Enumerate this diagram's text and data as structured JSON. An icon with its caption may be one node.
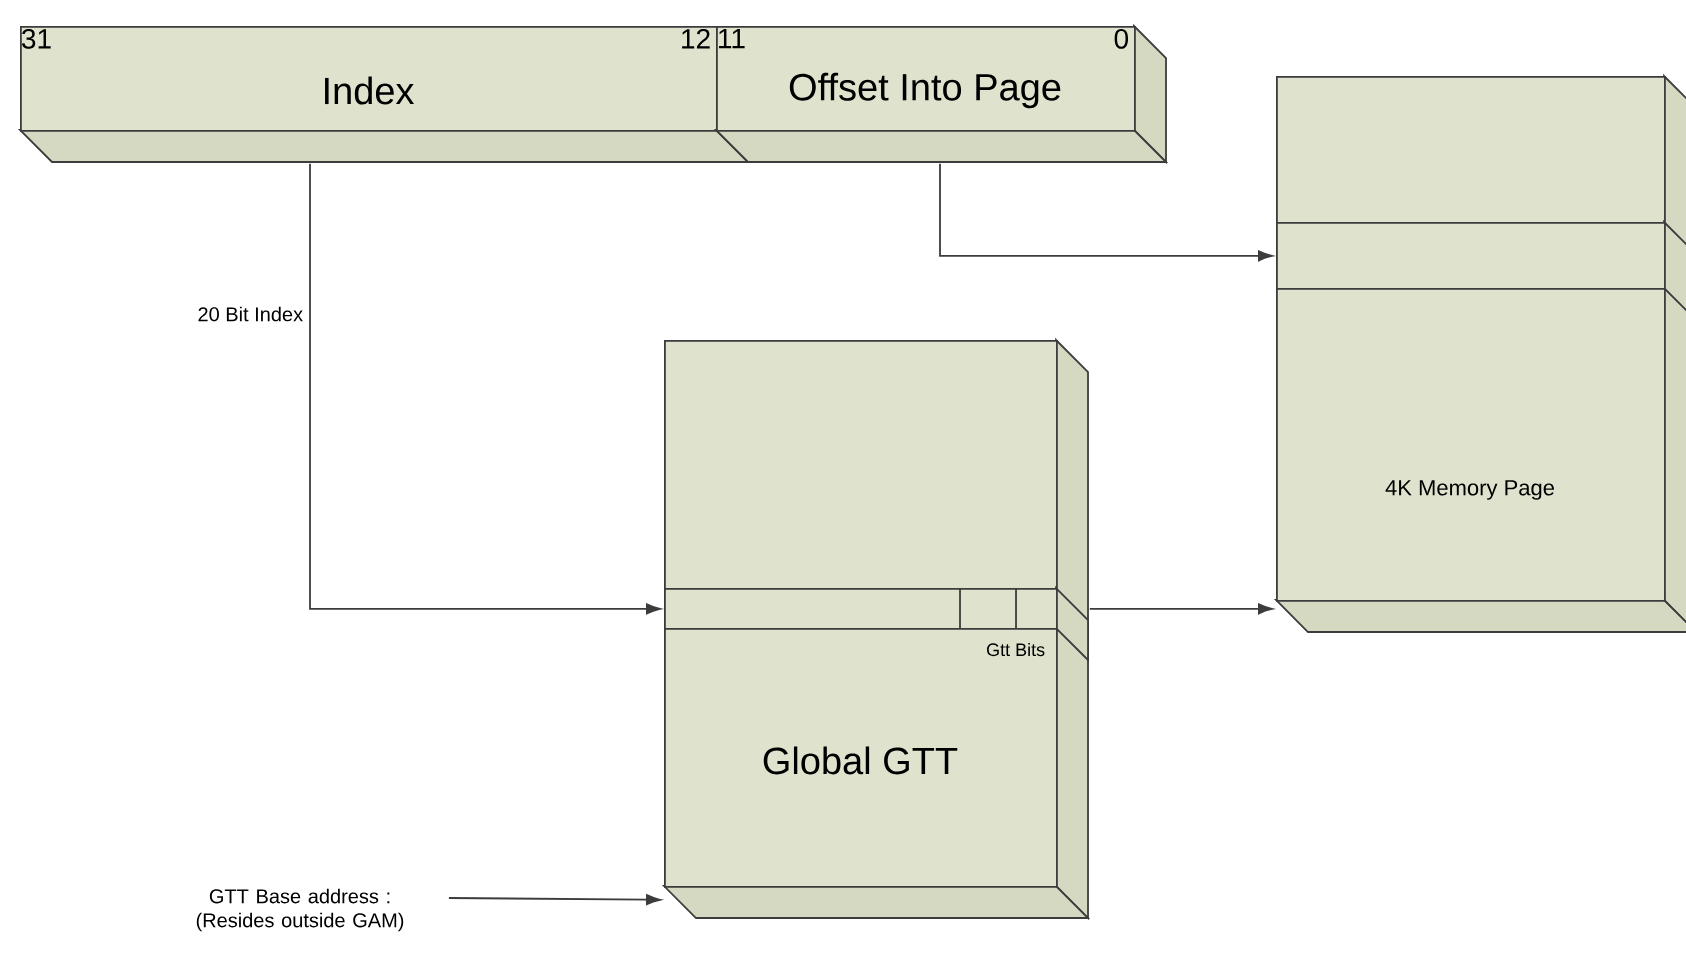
{
  "diagram": {
    "nodes": [
      {
        "text": [
          "31",
          "12",
          "Index"
        ]
      },
      {
        "text": [
          "11",
          "0",
          "Offset Into Page"
        ]
      },
      {
        "text": [
          "4K Memory Page"
        ]
      },
      {
        "text": [],
        "shape": "box",
        "in": 2
      },
      {
        "text": [
          "Global GTT"
        ]
      },
      {
        "text": [],
        "shape": "box",
        "in": 4,
        "beside": [
          "Gtt Bits"
        ]
      },
      {
        "text": [
          "GTT Base address : (Resides outside GAM)"
        ]
      }
    ],
    "edges": [
      {
        "from": 0,
        "to": 5,
        "arrow": "to",
        "label": "20 Bit Index"
      },
      {
        "from": 1,
        "to": 3,
        "arrow": "to"
      },
      {
        "from": 5,
        "to": 2,
        "arrow": "to"
      },
      {
        "from": 6,
        "to": 4,
        "arrow": "to"
      }
    ]
  }
}
